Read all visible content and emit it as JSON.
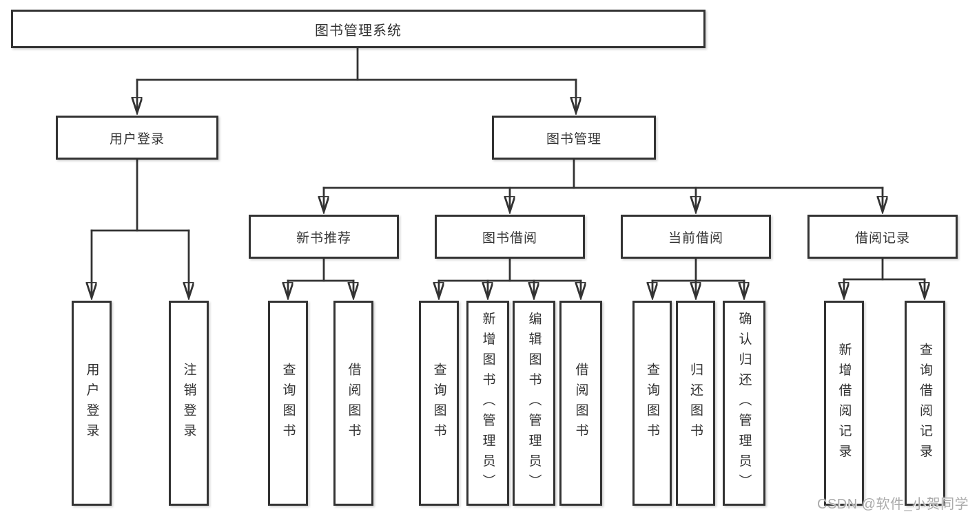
{
  "tree": {
    "root": {
      "label": "图书管理系统"
    },
    "branches": [
      {
        "label": "用户登录",
        "leaves": [
          {
            "label": "用户登录"
          },
          {
            "label": "注销登录"
          }
        ]
      },
      {
        "label": "图书管理",
        "groups": [
          {
            "label": "新书推荐",
            "leaves": [
              {
                "label": "查询图书"
              },
              {
                "label": "借阅图书"
              }
            ]
          },
          {
            "label": "图书借阅",
            "leaves": [
              {
                "label": "查询图书"
              },
              {
                "label": "新增图书（管理员）"
              },
              {
                "label": "编辑图书（管理员）"
              },
              {
                "label": "借阅图书"
              }
            ]
          },
          {
            "label": "当前借阅",
            "leaves": [
              {
                "label": "查询图书"
              },
              {
                "label": "归还图书"
              },
              {
                "label": "确认归还（管理员）"
              }
            ]
          },
          {
            "label": "借阅记录",
            "leaves": [
              {
                "label": "新增借阅记录"
              },
              {
                "label": "查询借阅记录"
              }
            ]
          }
        ]
      }
    ]
  },
  "watermark": {
    "text": "CSDN @软件_小贺同学"
  },
  "colors": {
    "line": "#333333",
    "box_background": "#ffffff",
    "box_border": "#333333",
    "watermark_text": "#ababab"
  }
}
